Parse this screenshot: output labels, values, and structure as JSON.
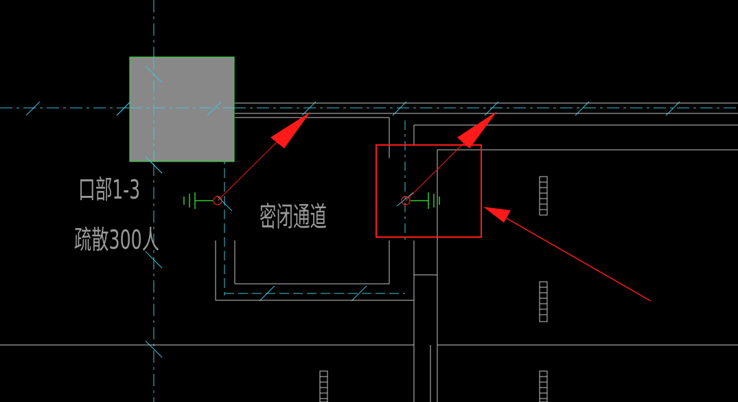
{
  "labels": {
    "room_id": "口部1-3",
    "evacuation": "疏散300人",
    "corridor": "密闭通道"
  },
  "colors": {
    "background": "#000000",
    "wall": "#c8c8c8",
    "axis": "#3ec8dc",
    "column_fill": "#888888",
    "column_border": "#3cd23c",
    "annotation": "#ff1a1a",
    "symbol": "#36c836",
    "text": "#9a9a9a"
  },
  "icons": {
    "column": "filled-rectangle",
    "pipe_symbol": "circle-with-bars",
    "arrow": "filled-triangle"
  }
}
